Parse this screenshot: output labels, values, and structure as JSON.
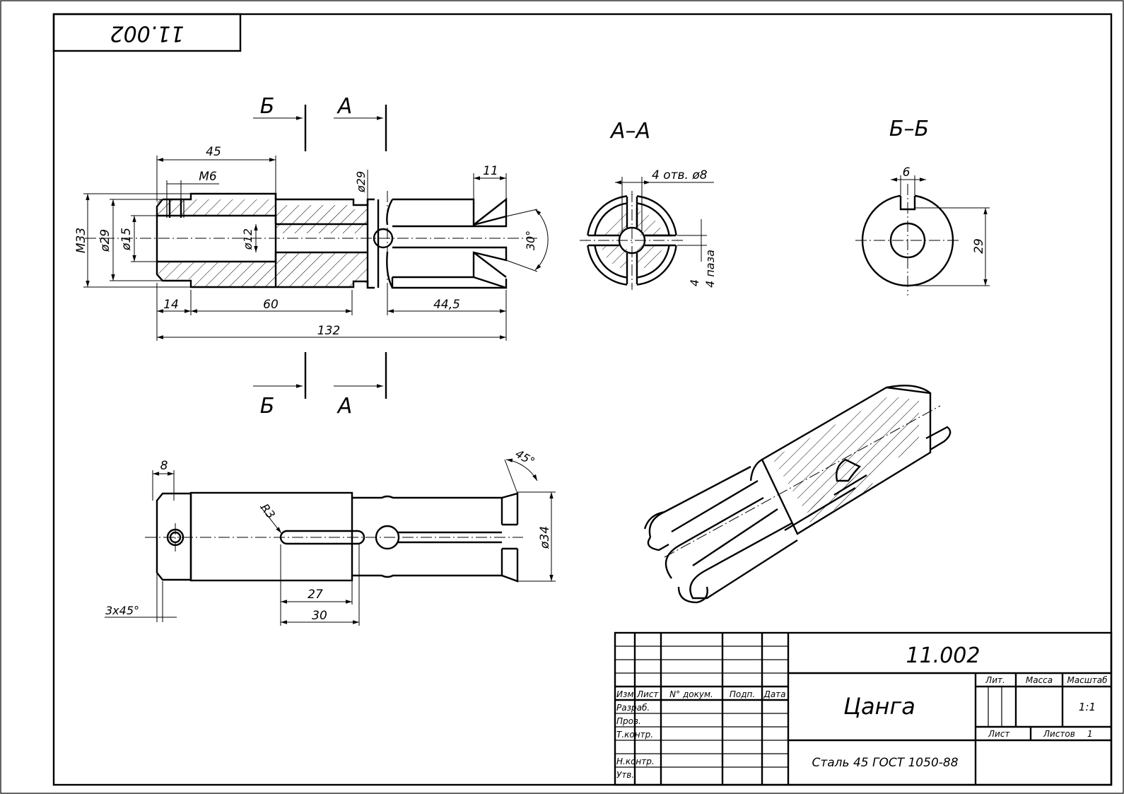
{
  "drawing": {
    "doc_number": "11.002",
    "doc_number_rotated": "11.002",
    "title": "Цанга",
    "material": "Сталь 45  ГОСТ 1050-88",
    "scale": "1:1",
    "sheets_label": "Лист",
    "total_sheets_label": "Листов",
    "total_sheets": "1"
  },
  "section_marks": {
    "b": "Б",
    "a": "А",
    "section_aa": "А–А",
    "section_bb": "Б–Б"
  },
  "dimensions": {
    "main_view": {
      "d45": "45",
      "m6": "M6",
      "d29_top": "ø29",
      "d11": "11",
      "m33": "M33",
      "d29_left": "ø29",
      "d15": "ø15",
      "d12": "ø12",
      "a30": "30°",
      "d14": "14",
      "d60": "60",
      "d44_5": "44,5",
      "d132": "132"
    },
    "section_aa": {
      "holes": "4 отв. ø8",
      "slots_4": "4",
      "slots_label": "4 паза"
    },
    "section_bb": {
      "d6": "6",
      "d29": "29"
    },
    "bottom_view": {
      "d8": "8",
      "a45": "45°",
      "r3": "R3",
      "d34": "ø34",
      "d27": "27",
      "d30": "30",
      "chamfer": "3x45°"
    }
  },
  "title_block": {
    "headers": [
      "Изм",
      "Лист",
      "N° докум.",
      "Подп.",
      "Дата"
    ],
    "rows": [
      "Разраб.",
      "Пров.",
      "Т.контр.",
      "",
      "Н.контр.",
      "Утв."
    ],
    "lit": "Лит.",
    "mass": "Масса",
    "scale_label": "Масштаб"
  }
}
